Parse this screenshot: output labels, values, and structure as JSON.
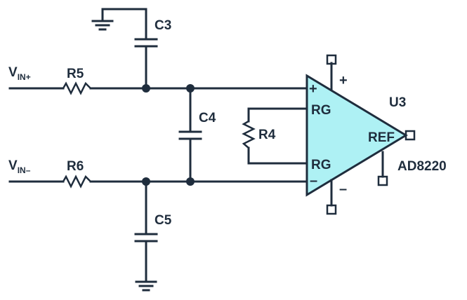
{
  "colors": {
    "wire": "#1f2d3d",
    "amp_fill": "#aef1f4",
    "background": "#ffffff"
  },
  "inputs": {
    "vin_plus": {
      "main": "V",
      "sub": "IN+"
    },
    "vin_minus": {
      "main": "V",
      "sub": "IN–"
    }
  },
  "components": {
    "r5": "R5",
    "r6": "R6",
    "r4": "R4",
    "c3": "C3",
    "c4": "C4",
    "c5": "C5"
  },
  "amplifier": {
    "designator": "U3",
    "part_number": "AD8220",
    "pin_plus": "+",
    "pin_minus": "–",
    "pin_rg_top": "RG",
    "pin_rg_bottom": "RG",
    "pin_ref": "REF",
    "supply_plus": "+",
    "supply_minus": "–"
  }
}
